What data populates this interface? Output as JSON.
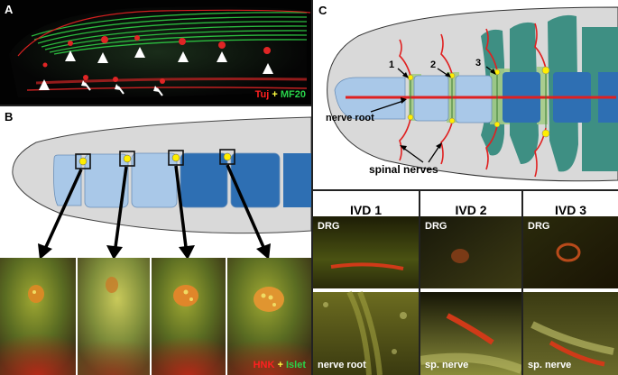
{
  "panel_a": {
    "letter": "A",
    "legend": {
      "stain1": "Tuj",
      "plus": "+",
      "stain2": "MF20"
    },
    "colors": {
      "stain1": "#ff2020",
      "stain2": "#29d24a",
      "plus": "#ffff40"
    }
  },
  "panel_b": {
    "letter": "B",
    "legend": {
      "stain1": "HNK",
      "plus": "+",
      "stain2": "Islet"
    },
    "colors": {
      "stain1": "#ff2020",
      "stain2": "#29d24a",
      "plus": "#ffff40"
    }
  },
  "panel_c": {
    "letter": "C",
    "labels": {
      "n1": "1",
      "n2": "2",
      "n3": "3",
      "nerve_root": "nerve root",
      "spinal_nerves": "spinal nerves"
    }
  },
  "ivd_panels": [
    {
      "title": "IVD 1",
      "top_label": "DRG",
      "bottom_label": "nerve root"
    },
    {
      "title": "IVD 2",
      "top_label": "DRG",
      "bottom_label": "sp. nerve"
    },
    {
      "title": "IVD 3",
      "top_label": "DRG",
      "bottom_label": "sp. nerve"
    }
  ],
  "colors": {
    "micrograph_bg": "#000000",
    "tissue_gray": "#d9d9d9",
    "vertebra_light": "#a9c8e8",
    "vertebra_dark": "#2e6fb3",
    "teal": "#3e8f83",
    "ganglion_yellow": "#ffee00",
    "nerve_red": "#e02020"
  }
}
